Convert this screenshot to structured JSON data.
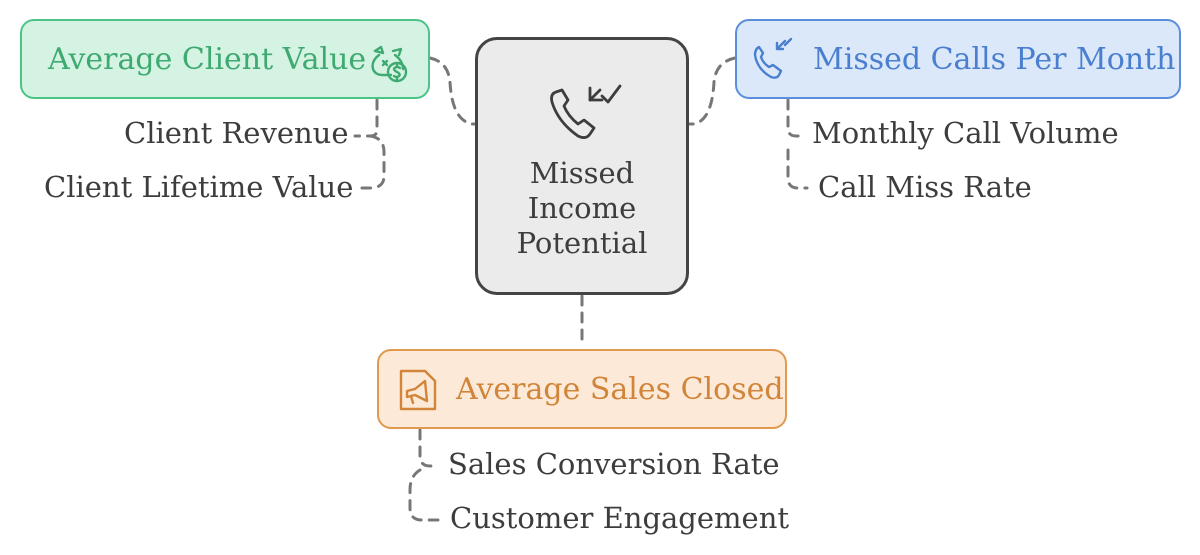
{
  "center": {
    "lines": [
      "Missed",
      "Income",
      "Potential"
    ],
    "icon": "phone-missed-icon"
  },
  "nodes": {
    "average_client_value": {
      "label": "Average Client Value",
      "icon": "money-bags-icon",
      "color": "#4cc487",
      "fill": "#d4f3e2",
      "items": [
        "Client Revenue",
        "Client Lifetime Value"
      ]
    },
    "missed_calls": {
      "label": "Missed Calls Per Month",
      "icon": "phone-callback-icon",
      "color": "#5b8fdd",
      "fill": "#dbe8fa",
      "items": [
        "Monthly Call Volume",
        "Call Miss Rate"
      ]
    },
    "average_sales": {
      "label": "Average Sales Closed",
      "icon": "megaphone-document-icon",
      "color": "#e09a50",
      "fill": "#fce9d8",
      "items": [
        "Sales Conversion Rate",
        "Customer Engagement"
      ]
    }
  },
  "connector_color": "#777777"
}
